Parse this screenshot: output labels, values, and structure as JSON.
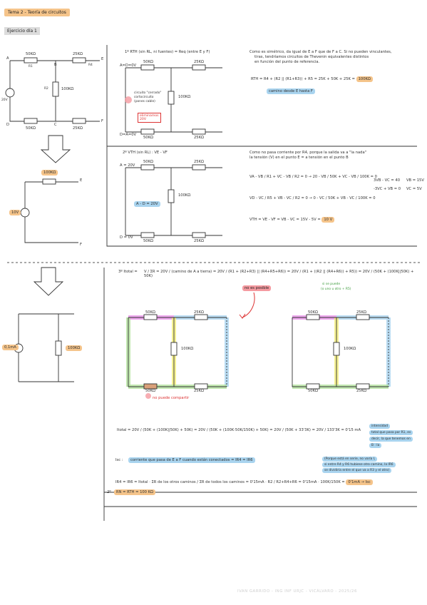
{
  "header": {
    "title": "Tema 2 - Teoría de circuitos",
    "subtitle": "Ejercicio día 1"
  },
  "circuit1": {
    "node_a": "A",
    "node_b": "B",
    "node_c": "C",
    "node_d": "D",
    "node_e": "E",
    "node_f": "F",
    "r1": "50KΩ",
    "r1_name": "R1",
    "r2": "100KΩ",
    "r2_name": "R2",
    "r3": "25KΩ",
    "r3_name": "R3",
    "r4": "25KΩ",
    "r4_name": "R4",
    "r5": "50KΩ",
    "r5_name": "R5",
    "r6": "25KΩ",
    "r6_name": "R6",
    "source": "20V"
  },
  "thevenin": {
    "source": "10V",
    "resistor": "100KΩ",
    "node_e": "E",
    "node_f": "F"
  },
  "norton": {
    "source": "0,1mA",
    "resistor": "100KΩ"
  },
  "step1": {
    "heading": "1º RTH (sin RL, ni fuentes) = Req (entre E y F)",
    "note1": "Como es simétrico, da igual de E a F que de F a C. Si no pueden vinculantes,",
    "note2": "tiras, tendríamos circuitos de Thevenin equivalentes distintos",
    "note3": "en función del punto de referencia.",
    "formula": "RTH = R4 + (R2 || (R1+R3)) + R5 =  25K + 50K + 25K =",
    "result": "100KΩ",
    "caption": "camino desde E hasta F",
    "short_label1": "circuito \"cerrado\"",
    "short_label2": "cortocircuito",
    "short_label3": "(pones cable)",
    "removed_label": "eliminamos",
    "removed_value": "20V",
    "nodes": "A=D=0V",
    "nodes2": "D=A=0V"
  },
  "step2": {
    "heading": "2º VTH (sin RL) : VE - VF",
    "note1": "Como no pasa corriente por R4, porque la salida va a \"la nada\"",
    "note2": "la tensión (V) en el punto E = a tensión en el punto B",
    "eq1": "VA - VB / R1 + VC - VB / R2 = 0  →  20 - VB / 50K + VC - VB / 100K = 0",
    "eq2": "VD - VC / R5 + VB - VC / R2 = 0  →  0 - VC / 50K + VB - VC / 100K = 0",
    "sys1": "3VB - VC = 40",
    "sys2": "-3VC + VB = 0",
    "sol1": "VB = 15V",
    "sol2": "VC = 5V",
    "formula": "VTH = VE - VF = VB - VC = 15V - 5V =",
    "result": "10 V",
    "node_a": "A = 20V",
    "node_d": "D = 0V",
    "ad_label": "A - D = 20V"
  },
  "step3": {
    "heading": "3º Itotal =",
    "formula": "V / ΣR = 20V / (camino de A a tierra) = 20V / (R1 + (R2+R3) || (R4+R5+R6)) = 20V / (R1 + ((R2 || (R4+R6)) + R5)) = 20V / (50K + (100K||50K) + 50K)",
    "not_possible": "no es posible",
    "series_note1": "si se puede",
    "series_note2": "(o uno u otro + R5)",
    "not_share": "no puede compartir",
    "calc": "Itotal = 20V / (50K + (100K||50K) + 50K) = 20V / (50K + (100K·50K/150K) + 50K) = 20V / (50K + 33'3K) = 20V / 133'3K = 0'15 mA",
    "calc_note1": "intensidad",
    "calc_note2": "total que pasa por R1, es",
    "calc_note3": "decir, la que tenemos en",
    "calc_note4": "B : Ia",
    "isc_label": "Isc :",
    "isc_text": "corriente que pasa de E a F cuando están conectados = IR4 = IR6",
    "isc_note1": "(Porque está en serie, no varía I,",
    "isc_note2": "si entre R4 y R6 hubiese otro camino, la IR6",
    "isc_note3": "se dividiría entre el que va a R3 y el otro)",
    "current_eq": "IR4 = IR6 = Itotal · ΣR de los otros caminos / ΣR de todos los caminos = 0'15mA · R2 / R2+R4+R6 = 0'15mA · 100K/150K =",
    "current_result": "0'1mA → Isc"
  },
  "step4": {
    "heading": "2º",
    "text": "RN = RTH =",
    "result": "100 KΩ"
  },
  "footer": "IVAN GARRIDO - ING INF URJC - VICÁLVARO - 2025/26",
  "colors": {
    "orange": "#f5c48a",
    "blue": "#a9d4ef",
    "pink": "#f59aa0",
    "green": "#b4e39e",
    "yellow": "#f4f07a",
    "violet": "#e06ce0"
  }
}
